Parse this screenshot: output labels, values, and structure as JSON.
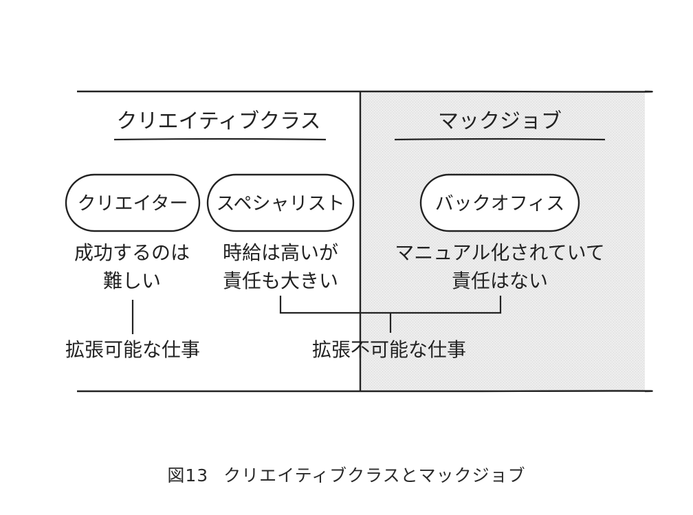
{
  "left_section": {
    "heading": "クリエイティブクラス",
    "pills": [
      {
        "label": "クリエイター",
        "description": [
          "成功するのは",
          "難しい"
        ]
      },
      {
        "label": "スペシャリスト",
        "description": [
          "時給は高いが",
          "責任も大きい"
        ]
      }
    ],
    "scalable_label": "拡張可能な仕事"
  },
  "right_section": {
    "heading": "マックジョブ",
    "pills": [
      {
        "label": "バックオフィス",
        "description": [
          "マニュアル化されていて",
          "責任はない"
        ]
      }
    ]
  },
  "non_scalable_label": "拡張不可能な仕事",
  "colors": {
    "shaded_panel": "#e9e9e9",
    "ink": "#222222"
  },
  "caption": {
    "figure_number": "図13",
    "title": "クリエイティブクラスとマックジョブ"
  }
}
